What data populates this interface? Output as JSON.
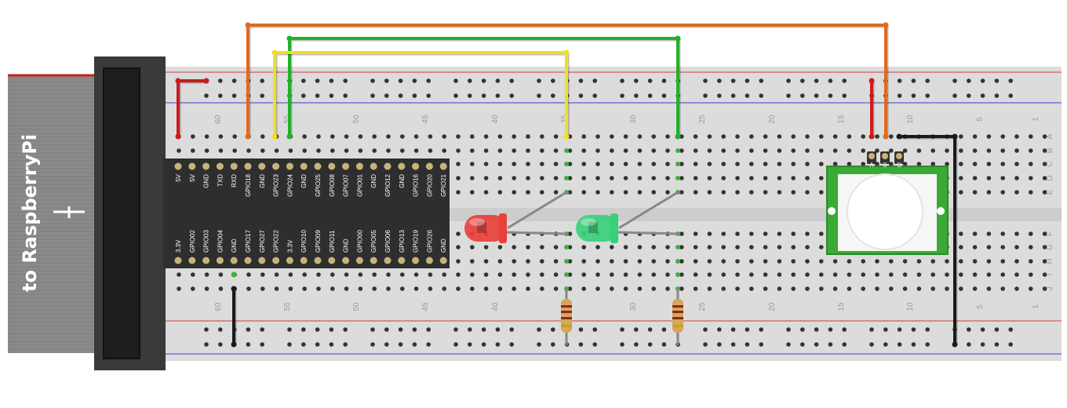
{
  "ribbon": {
    "label": "to  RaspberryPi",
    "arrow_icon": "up-arrow-icon",
    "color": "#8a8a8a"
  },
  "gpio_header": {
    "top_labels": [
      "5V",
      "5V",
      "GND",
      "TXD",
      "RXD",
      "GPIO18",
      "GND",
      "GPIO23",
      "GPIO24",
      "GND",
      "GPIO25",
      "GPIO08",
      "GPIO07",
      "GPIO01",
      "GND",
      "GPIO12",
      "GND",
      "GPIO16",
      "GPIO20",
      "GPIO21"
    ],
    "bottom_labels": [
      "3.3V",
      "GPIO02",
      "GPIO03",
      "GPIO04",
      "GND",
      "GPIO17",
      "GPIO27",
      "GPIO22",
      "3.3V",
      "GPIO10",
      "GPIO09",
      "GPIO11",
      "GND",
      "GPIO00",
      "GPIO05",
      "GPIO06",
      "GPIO13",
      "GPIO19",
      "GPIO26",
      "GND"
    ]
  },
  "breadboard": {
    "column_numbers": [
      "60",
      "55",
      "50",
      "45",
      "40",
      "35",
      "30",
      "25",
      "20",
      "15",
      "10",
      "5",
      "1"
    ],
    "row_letters_top": [
      "A",
      "B",
      "C",
      "D",
      "E"
    ],
    "row_letters_bottom": [
      "F",
      "G",
      "H",
      "I",
      "J"
    ]
  },
  "pir_sensor": {
    "pin_labels": [
      "V",
      "S",
      "G"
    ],
    "board_color": "#3aa935"
  },
  "components": {
    "led_red_color": "#e8403a",
    "led_green_color": "#38d07a",
    "resistor_color": "#d6a65a"
  },
  "wire_colors": {
    "orange": "#e06a1c",
    "green": "#22b02a",
    "yellow": "#f0e020",
    "red": "#cc1a1a",
    "black": "#1a1a1a"
  }
}
